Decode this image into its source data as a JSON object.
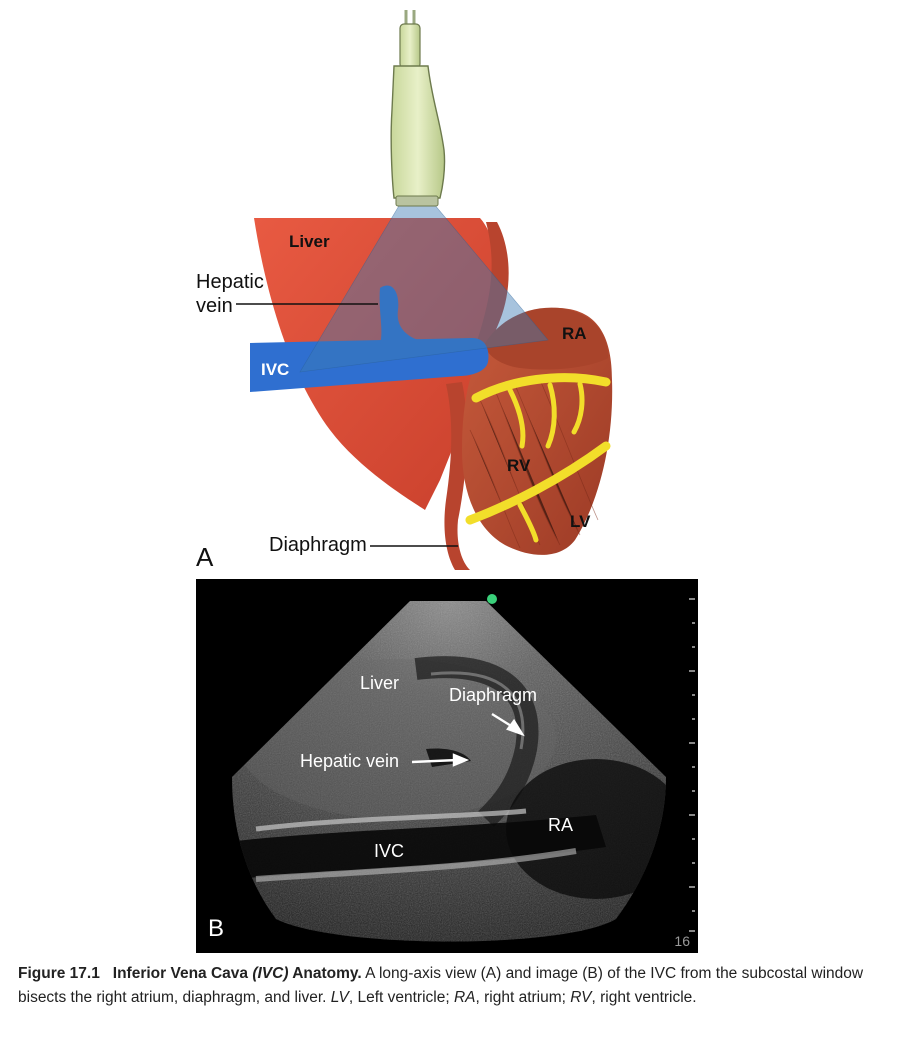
{
  "panel_a": {
    "letter": "A",
    "labels": {
      "liver": "Liver",
      "hepatic_vein_line1": "Hepatic",
      "hepatic_vein_line2": "vein",
      "ivc": "IVC",
      "ra": "RA",
      "rv": "RV",
      "lv": "LV",
      "diaphragm": "Diaphragm"
    }
  },
  "panel_b": {
    "letter": "B",
    "depth_number": "16",
    "labels": {
      "liver": "Liver",
      "diaphragm": "Diaphragm",
      "hepatic_vein": "Hepatic vein",
      "ra": "RA",
      "ivc": "IVC"
    }
  },
  "caption": {
    "figure_number": "Figure 17.1",
    "title_pre": "Inferior Vena Cava ",
    "title_abbr": "(IVC)",
    "title_post": " Anatomy.",
    "text1": " A long-axis view (A) and image (B) of the IVC from the subcostal window bisects the right atrium, diaphragm, and liver. ",
    "lv_abbr": "LV",
    "lv_def": ", Left ventricle; ",
    "ra_abbr": "RA",
    "ra_def": ", right atrium; ",
    "rv_abbr": "RV",
    "rv_def": ", right ventricle."
  },
  "colors": {
    "liver": "#e14b36",
    "ivc": "#2f6fcf",
    "beam": "#4a7fb0",
    "probe": "#d9e6b0",
    "heart": "#b5472e",
    "fat": "#ecd92a"
  }
}
